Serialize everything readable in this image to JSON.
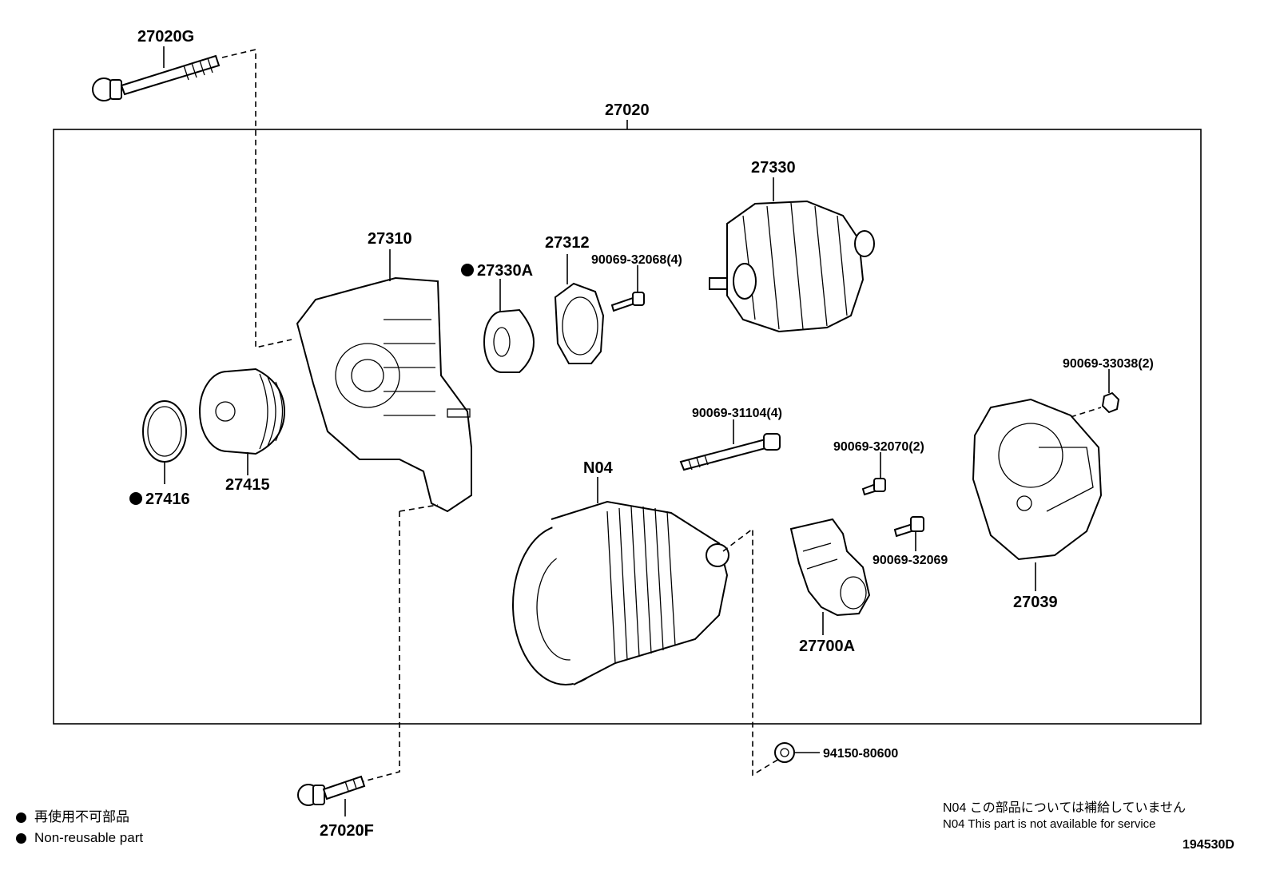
{
  "assembly": {
    "part_number": "27020"
  },
  "parts": {
    "bolt_top": "27020G",
    "bolt_bottom": "27020F",
    "frame_drive_end": "27310",
    "bearing": "27330A",
    "retainer": "27312",
    "screw_retainer": "90069-32068(4)",
    "rotor": "27330",
    "stator": "N04",
    "through_bolt": "90069-31104(4)",
    "screw_regulator_a": "90069-32070(2)",
    "screw_regulator_b": "90069-32069",
    "nut_cover": "90069-33038(2)",
    "rear_cover": "27039",
    "regulator": "27700A",
    "pulley": "27415",
    "pulley_cap": "27416",
    "nut_outside": "94150-80600"
  },
  "legend": {
    "jp": "再使用不可部品",
    "en": "Non-reusable part"
  },
  "note": {
    "jp": "N04 この部品については補給していません",
    "en": "N04 This part is not available for service"
  },
  "figure_code": "194530D"
}
